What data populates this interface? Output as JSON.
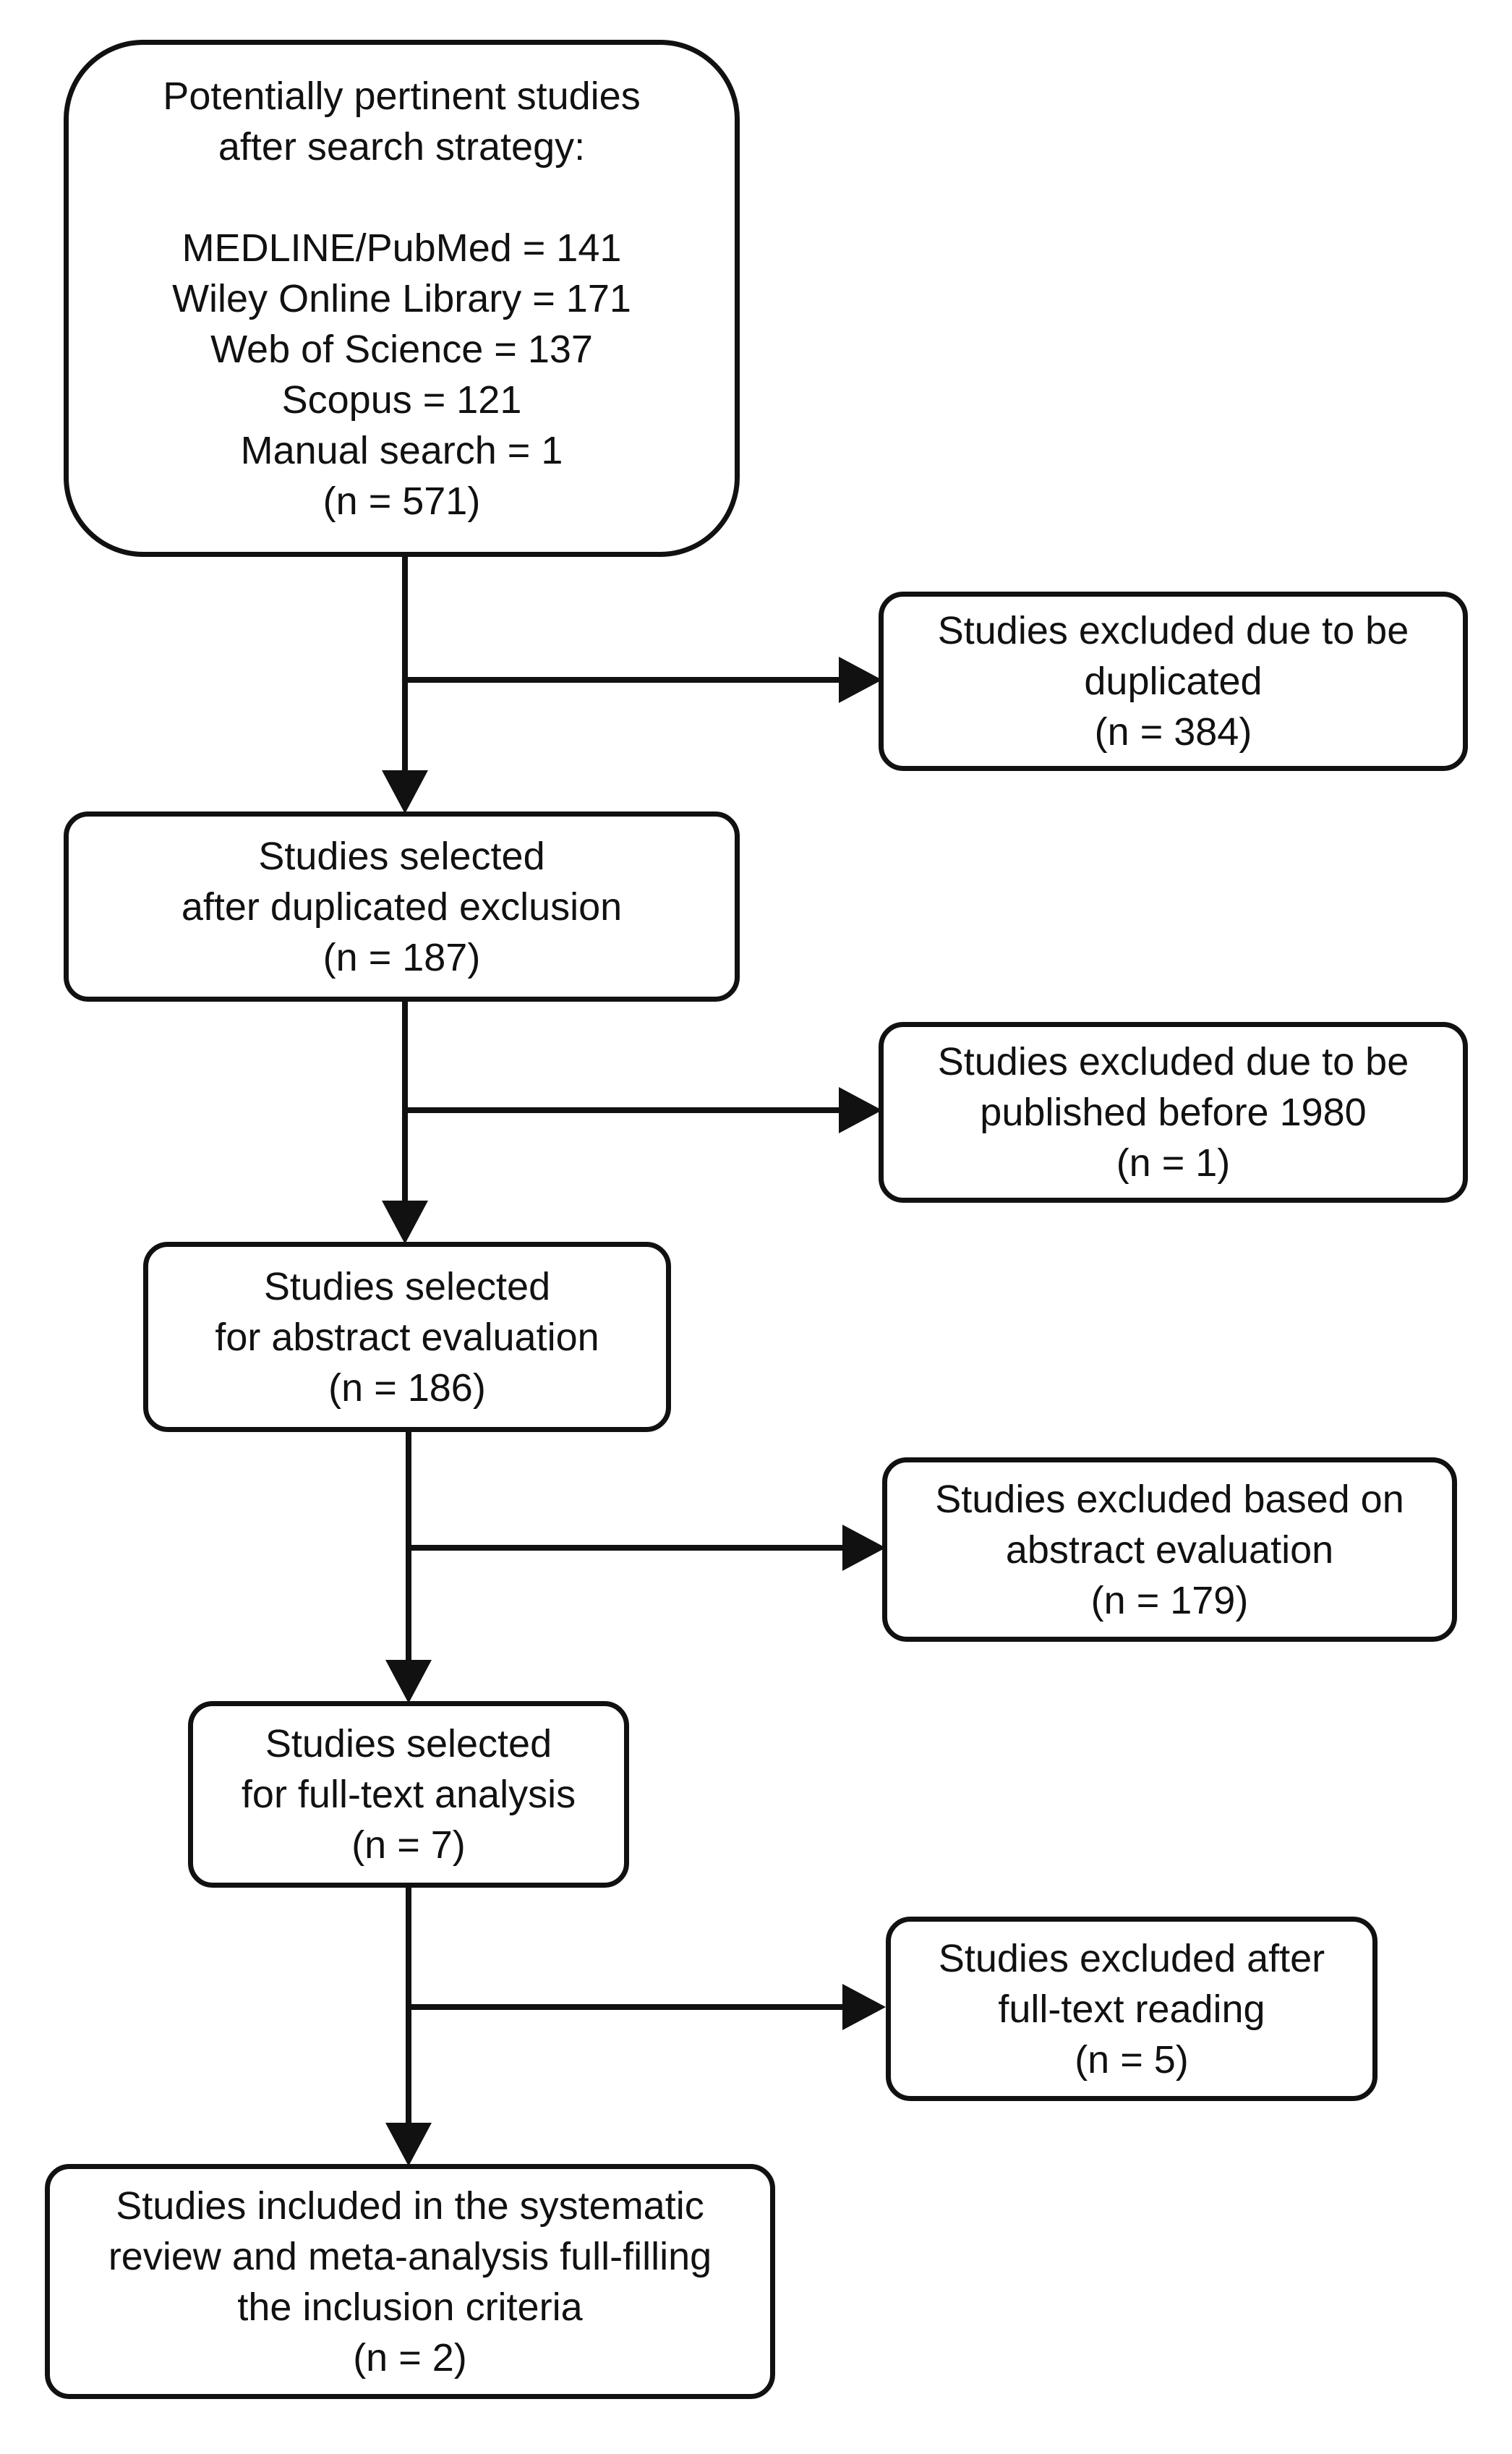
{
  "flowchart": {
    "search": {
      "lines": [
        "Potentially pertinent studies",
        "after search strategy:",
        "",
        "MEDLINE/PubMed =  141",
        "Wiley Online Library = 171",
        "Web of Science = 137",
        "Scopus = 121",
        "Manual search = 1",
        "(n = 571)"
      ]
    },
    "excluded_duplicates": {
      "lines": [
        "Studies excluded due to be",
        "duplicated",
        "(n = 384)"
      ]
    },
    "selected_after_duplicates": {
      "lines": [
        "Studies selected",
        "after duplicated exclusion",
        "(n = 187)"
      ]
    },
    "excluded_before_1980": {
      "lines": [
        "Studies excluded due to be",
        "published before 1980",
        "(n = 1)"
      ]
    },
    "selected_abstract": {
      "lines": [
        "Studies selected",
        "for abstract evaluation",
        "(n = 186)"
      ]
    },
    "excluded_abstract": {
      "lines": [
        "Studies excluded based on",
        "abstract evaluation",
        "(n = 179)"
      ]
    },
    "selected_fulltext": {
      "lines": [
        "Studies selected",
        "for full-text analysis",
        "(n = 7)"
      ]
    },
    "excluded_fulltext": {
      "lines": [
        "Studies excluded after",
        "full-text reading",
        "(n = 5)"
      ]
    },
    "included": {
      "lines": [
        "Studies included in the systematic",
        "review and meta-analysis full-filling",
        "the inclusion criteria",
        "(n = 2)"
      ]
    }
  }
}
